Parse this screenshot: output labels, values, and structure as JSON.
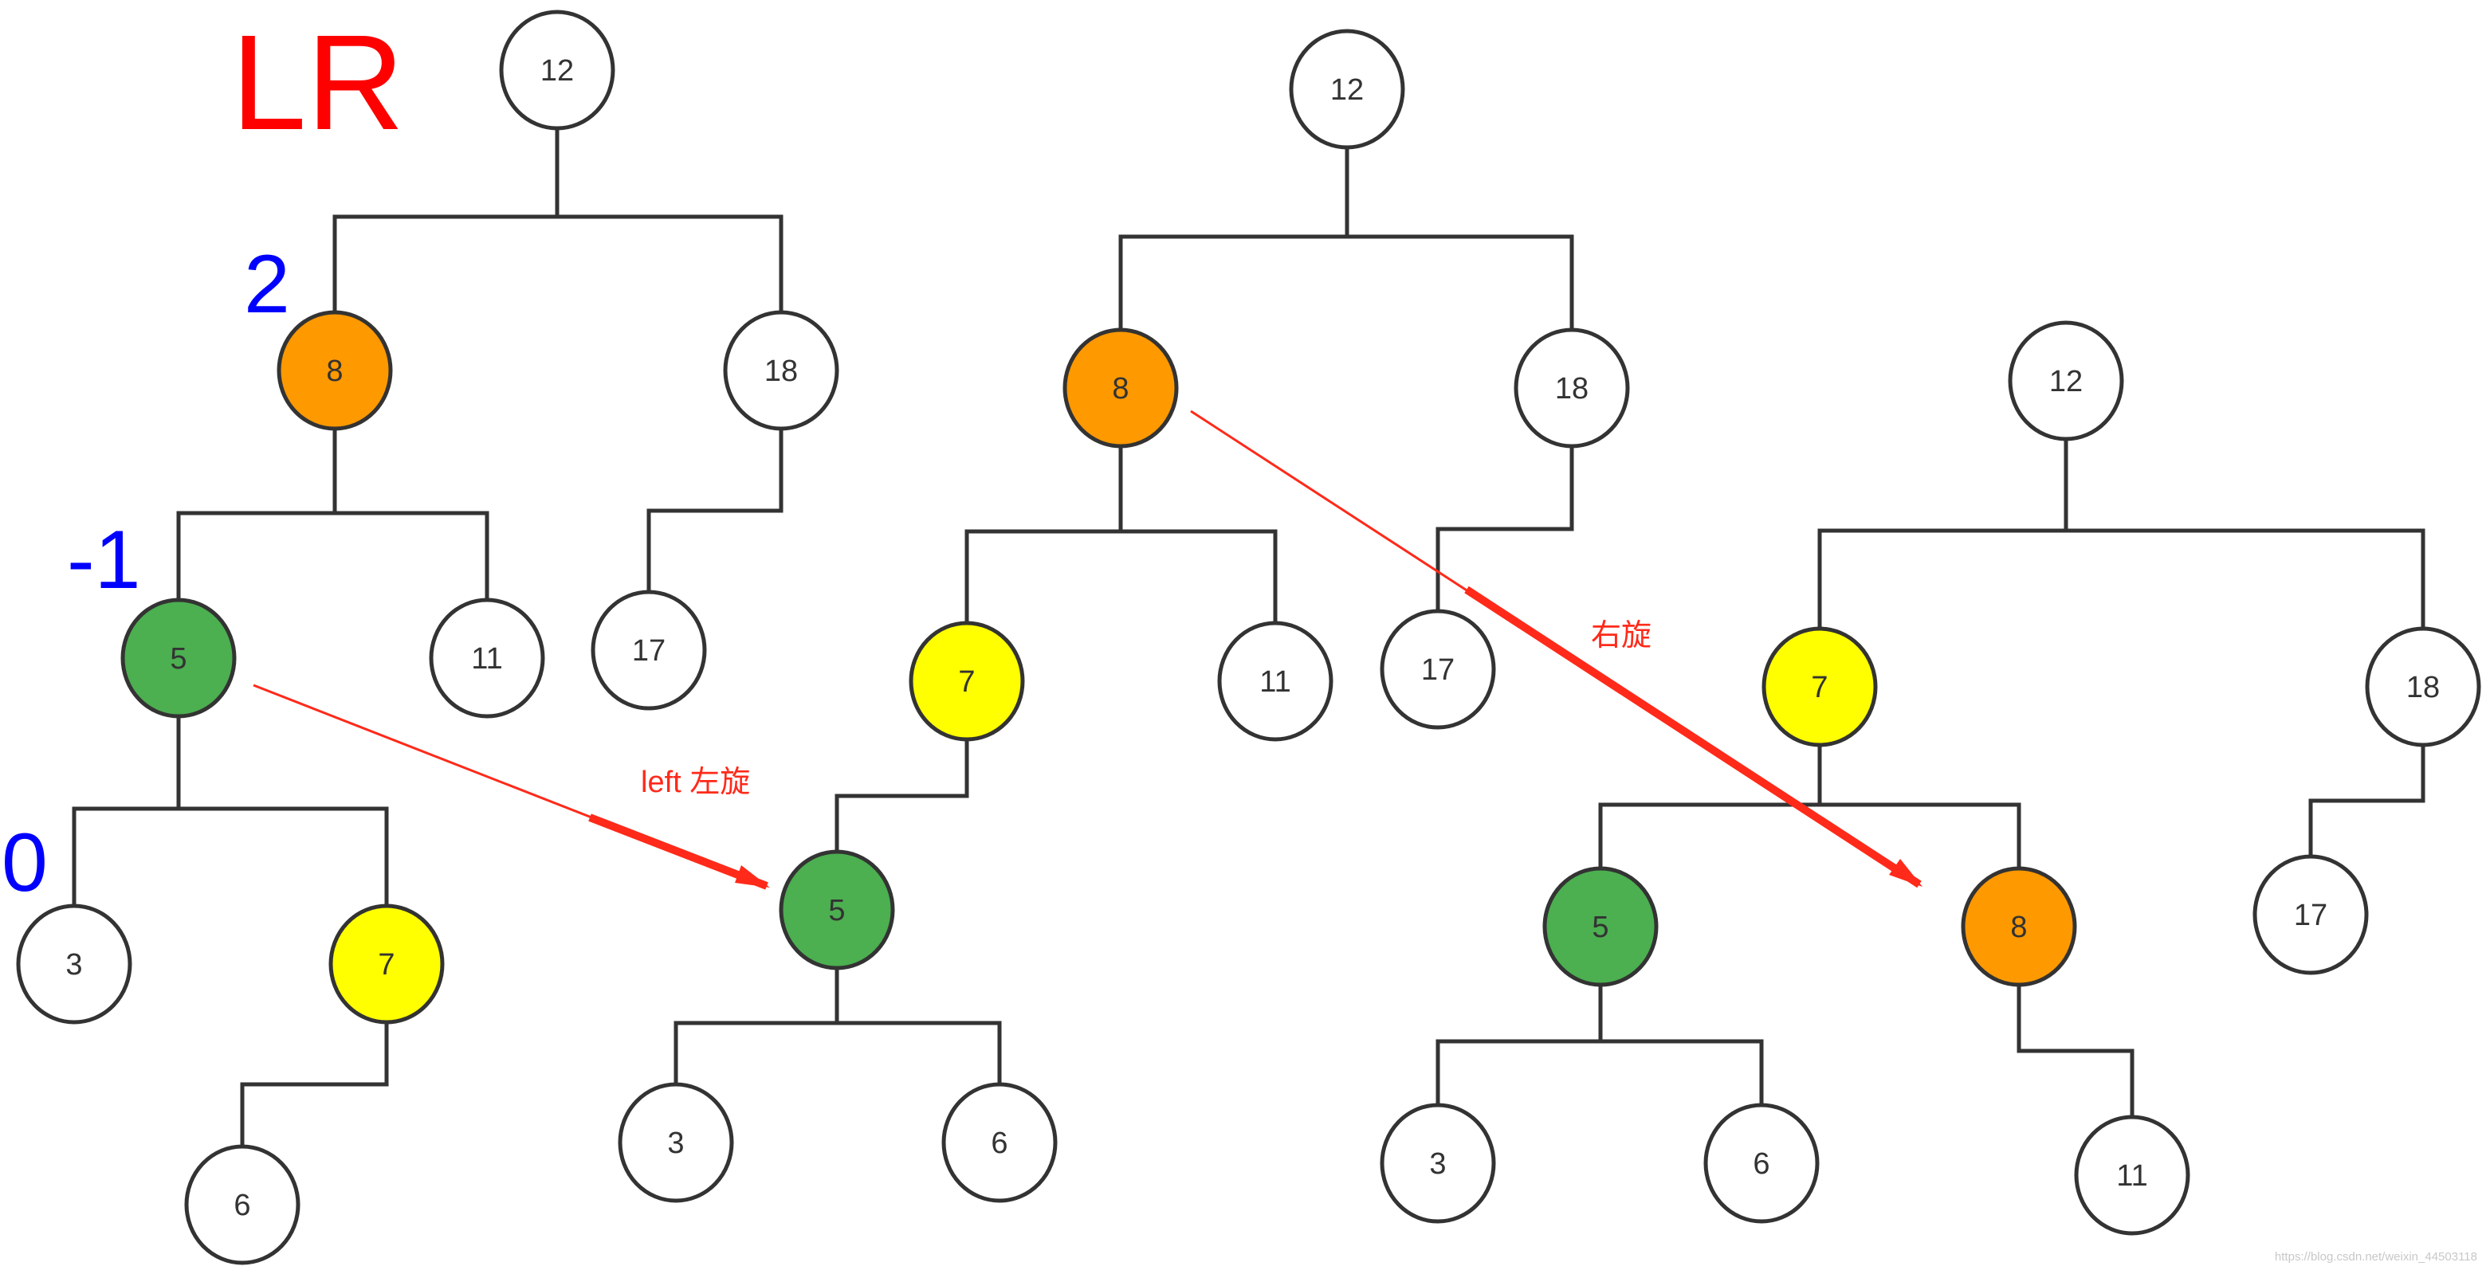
{
  "title": "LR",
  "colors": {
    "title": "#ff0000",
    "balance_factor": "#0000ff",
    "arrow": "#ff2a1a",
    "node_default": "#ffffff",
    "node_orange": "#ff9900",
    "node_green": "#4caf50",
    "node_yellow": "#ffff00"
  },
  "balance_factors": [
    "2",
    "-1",
    "0"
  ],
  "trees": [
    {
      "name": "original",
      "nodes": [
        {
          "id": "12",
          "label": "12",
          "fill": "white"
        },
        {
          "id": "8",
          "label": "8",
          "fill": "orange"
        },
        {
          "id": "18",
          "label": "18",
          "fill": "white"
        },
        {
          "id": "5",
          "label": "5",
          "fill": "green"
        },
        {
          "id": "11",
          "label": "11",
          "fill": "white"
        },
        {
          "id": "17",
          "label": "17",
          "fill": "white"
        },
        {
          "id": "3",
          "label": "3",
          "fill": "white"
        },
        {
          "id": "7",
          "label": "7",
          "fill": "yellow"
        },
        {
          "id": "6",
          "label": "6",
          "fill": "white"
        }
      ],
      "edges": [
        [
          "12",
          "8"
        ],
        [
          "12",
          "18"
        ],
        [
          "8",
          "5"
        ],
        [
          "8",
          "11"
        ],
        [
          "18",
          "17"
        ],
        [
          "5",
          "3"
        ],
        [
          "5",
          "7"
        ],
        [
          "7",
          "6"
        ]
      ]
    },
    {
      "name": "after-left-rotation",
      "nodes": [
        {
          "id": "12",
          "label": "12",
          "fill": "white"
        },
        {
          "id": "8",
          "label": "8",
          "fill": "orange"
        },
        {
          "id": "18",
          "label": "18",
          "fill": "white"
        },
        {
          "id": "7",
          "label": "7",
          "fill": "yellow"
        },
        {
          "id": "11",
          "label": "11",
          "fill": "white"
        },
        {
          "id": "17",
          "label": "17",
          "fill": "white"
        },
        {
          "id": "5",
          "label": "5",
          "fill": "green"
        },
        {
          "id": "3",
          "label": "3",
          "fill": "white"
        },
        {
          "id": "6",
          "label": "6",
          "fill": "white"
        }
      ],
      "edges": [
        [
          "12",
          "8"
        ],
        [
          "12",
          "18"
        ],
        [
          "8",
          "7"
        ],
        [
          "8",
          "11"
        ],
        [
          "18",
          "17"
        ],
        [
          "7",
          "5"
        ],
        [
          "5",
          "3"
        ],
        [
          "5",
          "6"
        ]
      ]
    },
    {
      "name": "after-right-rotation",
      "nodes": [
        {
          "id": "12",
          "label": "12",
          "fill": "white"
        },
        {
          "id": "7",
          "label": "7",
          "fill": "yellow"
        },
        {
          "id": "18",
          "label": "18",
          "fill": "white"
        },
        {
          "id": "5",
          "label": "5",
          "fill": "green"
        },
        {
          "id": "8",
          "label": "8",
          "fill": "orange"
        },
        {
          "id": "17",
          "label": "17",
          "fill": "white"
        },
        {
          "id": "3",
          "label": "3",
          "fill": "white"
        },
        {
          "id": "6",
          "label": "6",
          "fill": "white"
        },
        {
          "id": "11",
          "label": "11",
          "fill": "white"
        }
      ],
      "edges": [
        [
          "12",
          "7"
        ],
        [
          "12",
          "18"
        ],
        [
          "7",
          "5"
        ],
        [
          "7",
          "8"
        ],
        [
          "18",
          "17"
        ],
        [
          "5",
          "3"
        ],
        [
          "5",
          "6"
        ],
        [
          "8",
          "11"
        ]
      ]
    }
  ],
  "arrows": [
    {
      "label": "left 左旋"
    },
    {
      "label": "右旋"
    }
  ],
  "watermark": "https://blog.csdn.net/weixin_44503118"
}
